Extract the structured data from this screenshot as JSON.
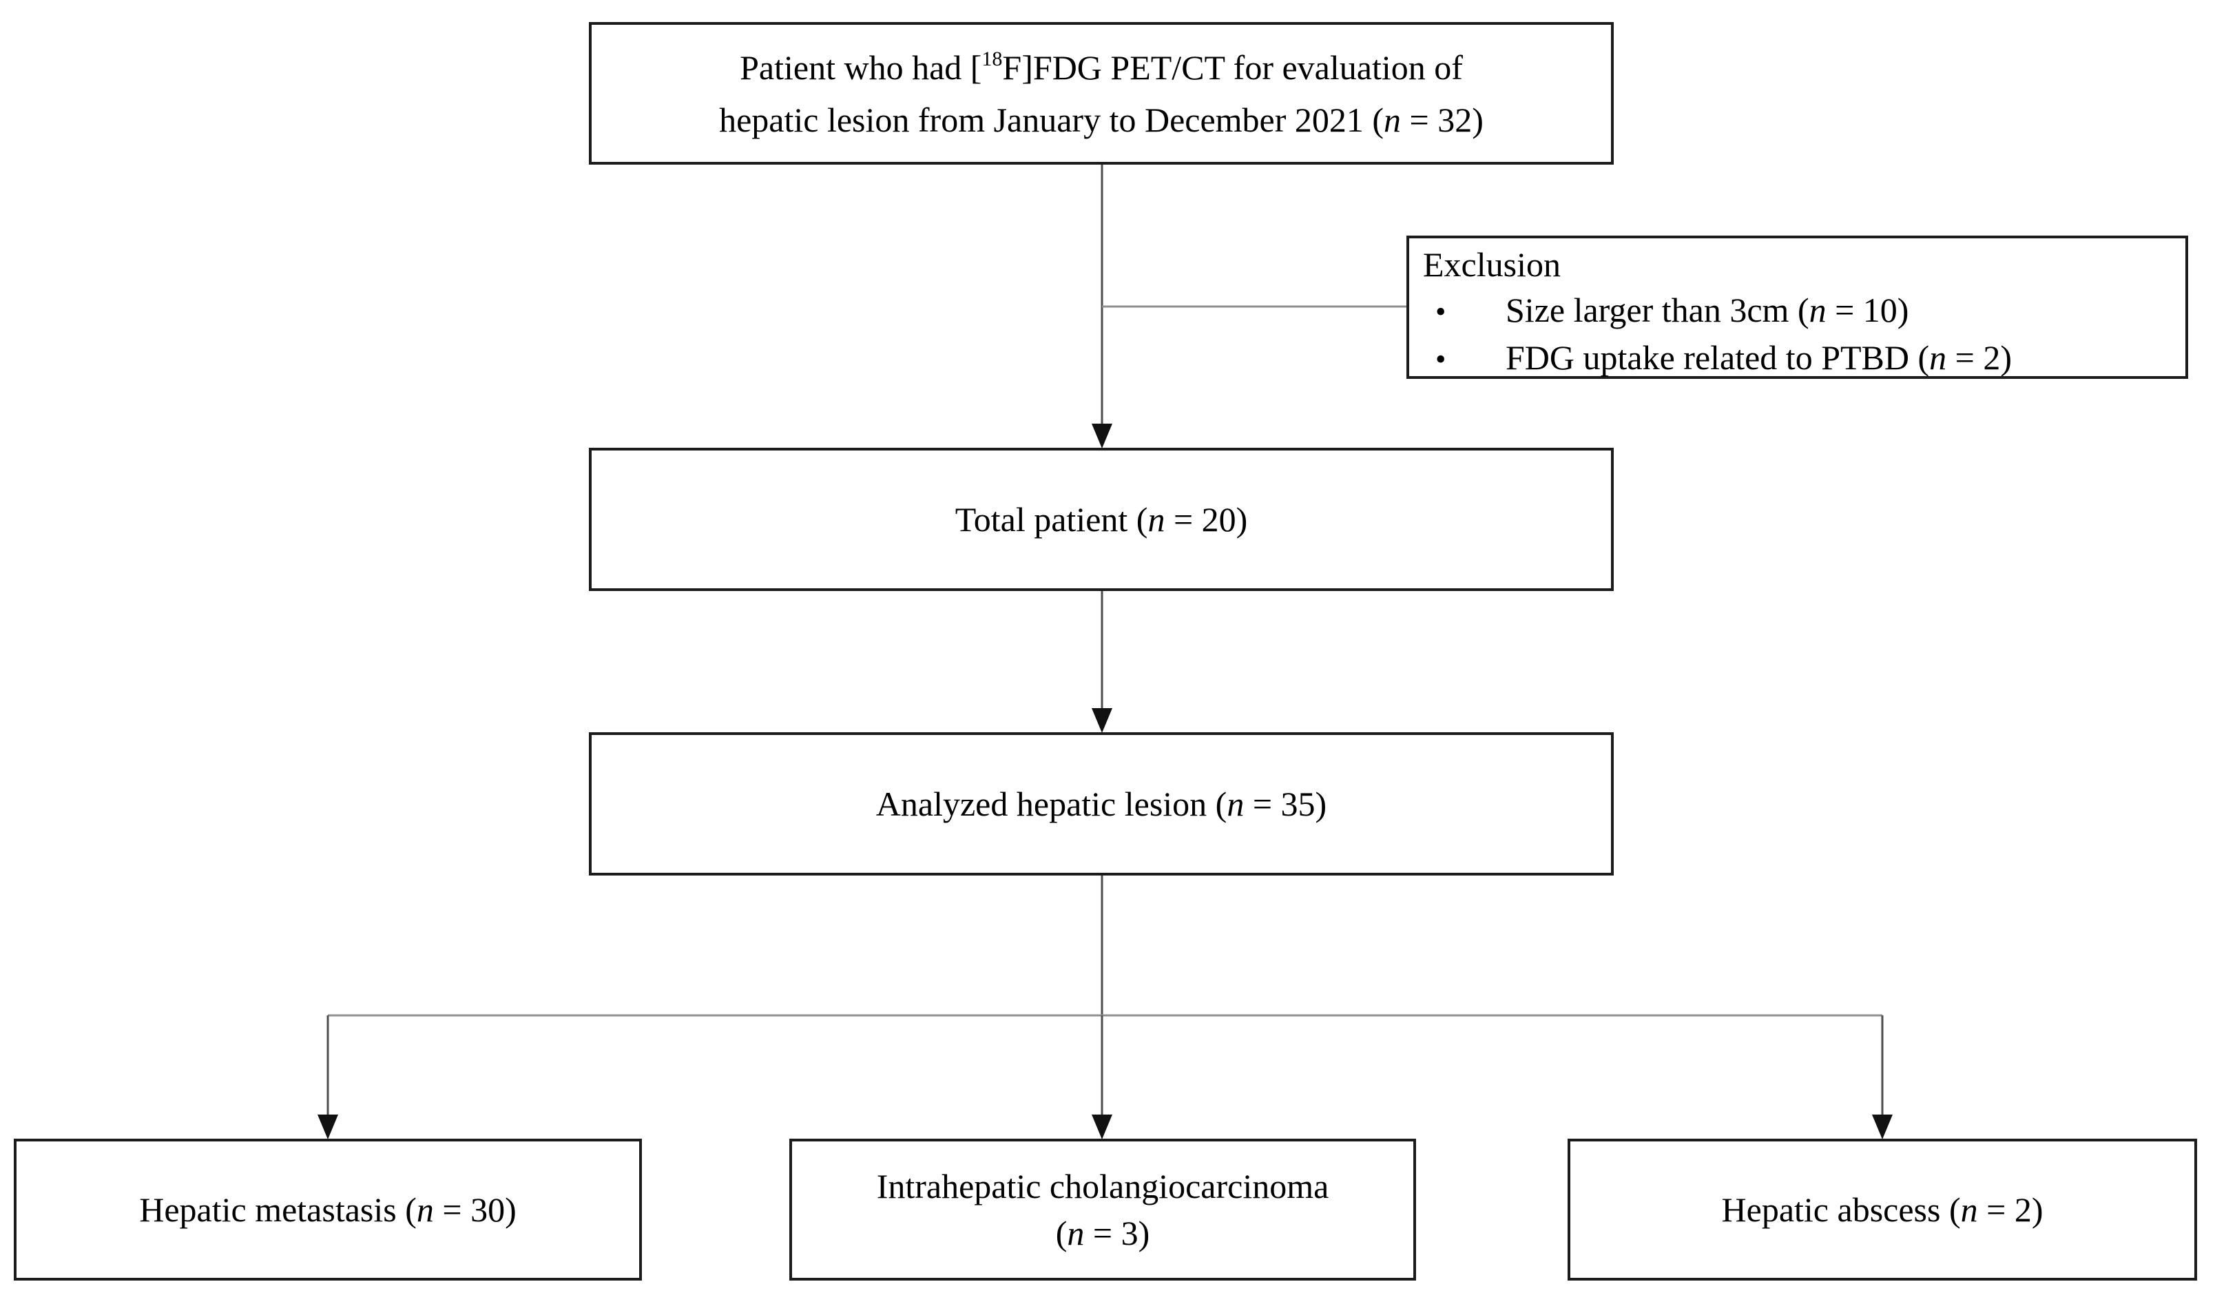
{
  "colors": {
    "background": "#ffffff",
    "box-border": "#1b1b1b",
    "text": "#000000",
    "line-dark": "#4d4d4d",
    "line-gray": "#8f8f8f",
    "arrow": "#111111"
  },
  "nodes": {
    "initial": {
      "part1": "Patient who had [",
      "isotope": "18",
      "part2": "F]FDG PET/CT for evaluation of",
      "line2_label": "hepatic lesion from January to December 2021 ",
      "open": "(",
      "n": "n",
      "eq": " = ",
      "count": "32",
      "close": ")"
    },
    "exclusion": {
      "title": "Exclusion",
      "bullet_char": "•",
      "bullets": [
        {
          "label": "Size larger than 3cm ",
          "open": "(",
          "n": "n",
          "eq": " = ",
          "count": "10",
          "close": ")"
        },
        {
          "label": "FDG uptake related to PTBD ",
          "open": "(",
          "n": "n",
          "eq": " = ",
          "count": "2",
          "close": ")"
        }
      ]
    },
    "total": {
      "label": "Total patient ",
      "open": "(",
      "n": "n",
      "eq": " = ",
      "count": "20",
      "close": ")"
    },
    "analyzed": {
      "label": "Analyzed hepatic lesion ",
      "open": "(",
      "n": "n",
      "eq": " = ",
      "count": "35",
      "close": ")"
    },
    "metastasis": {
      "label": "Hepatic metastasis ",
      "open": "(",
      "n": "n",
      "eq": " = ",
      "count": "30",
      "close": ")"
    },
    "cholangiocarcinoma": {
      "line1": "Intrahepatic cholangiocarcinoma",
      "open": "(",
      "n": "n",
      "eq": " = ",
      "count": "3",
      "close": ")"
    },
    "abscess": {
      "label": "Hepatic abscess ",
      "open": "(",
      "n": "n",
      "eq": " = ",
      "count": "2",
      "close": ")"
    }
  }
}
